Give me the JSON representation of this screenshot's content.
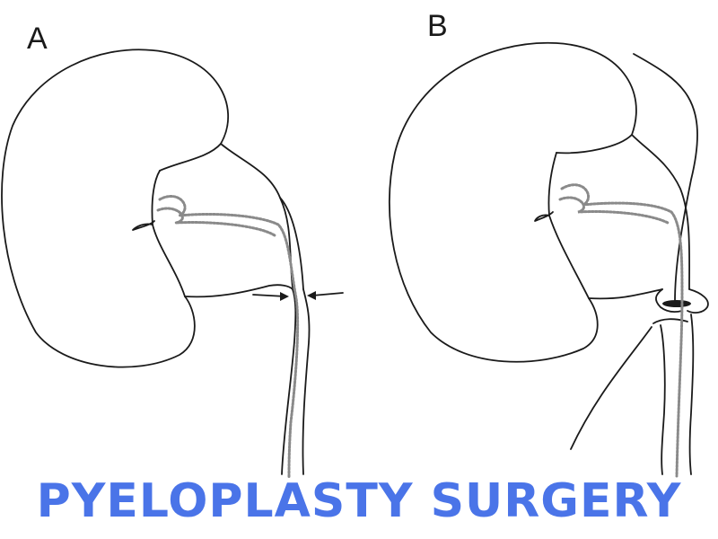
{
  "panels": {
    "a": {
      "label": "A"
    },
    "b": {
      "label": "B"
    }
  },
  "caption": {
    "text": "PYELOPLASTY SURGERY",
    "color": "#4a74e8"
  },
  "colors": {
    "line": "#1a1a1a",
    "stent": "#8a8a8a"
  }
}
